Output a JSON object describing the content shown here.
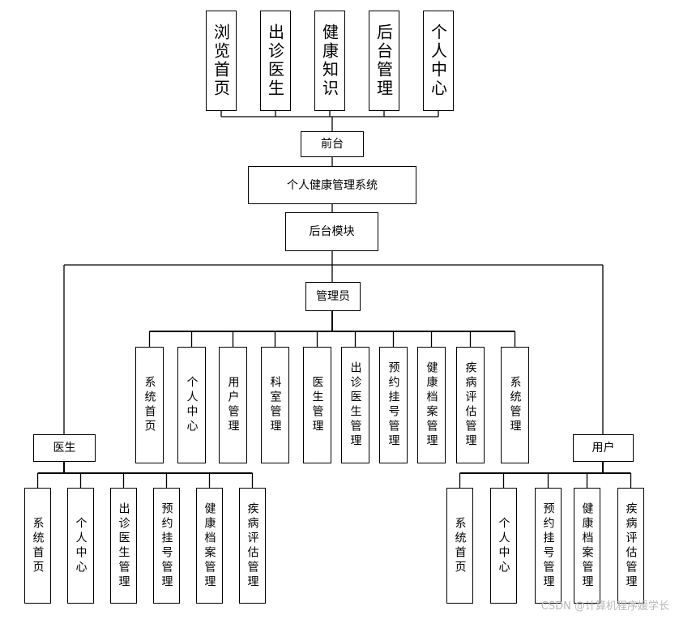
{
  "top_modules": [
    "浏览首页",
    "出诊医生",
    "健康知识",
    "后台管理",
    "个人中心"
  ],
  "frontend": "前台",
  "system": "个人健康管理系统",
  "backend": "后台模块",
  "admin": {
    "label": "管理员",
    "modules": [
      "系统首页",
      "个人中心",
      "用户管理",
      "科室管理",
      "医生管理",
      "出诊医生管理",
      "预约挂号管理",
      "健康档案管理",
      "疾病评估管理",
      "系统管理"
    ]
  },
  "doctor": {
    "label": "医生",
    "modules": [
      "系统首页",
      "个人中心",
      "出诊医生管理",
      "预约挂号管理",
      "健康档案管理",
      "疾病评估管理"
    ]
  },
  "user": {
    "label": "用户",
    "modules": [
      "系统首页",
      "个人中心",
      "预约挂号管理",
      "健康档案管理",
      "疾病评估管理"
    ]
  },
  "watermark": "CSDN @计算机程序媛学长"
}
